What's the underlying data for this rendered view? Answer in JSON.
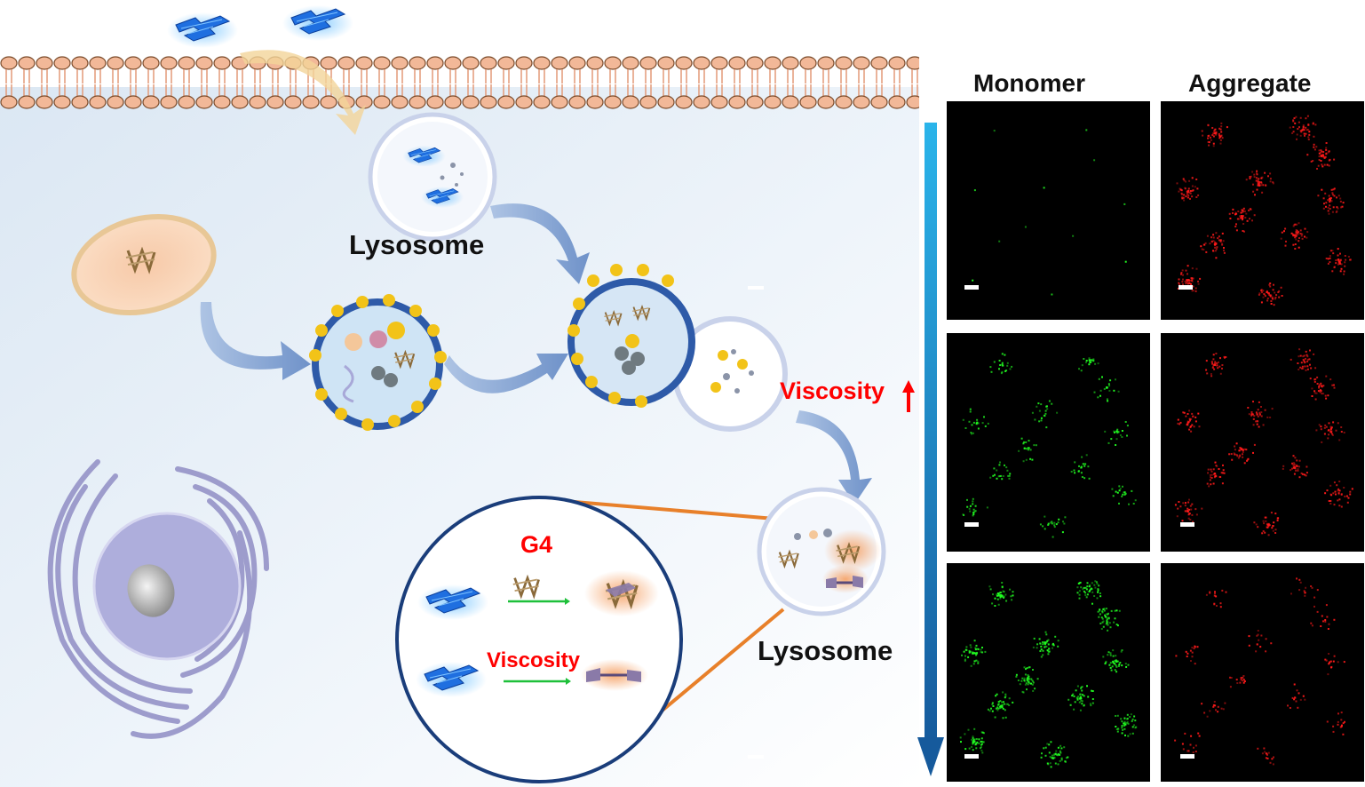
{
  "labels": {
    "lysosome_top": "Lysosome",
    "lysosome_bottom": "Lysosome",
    "viscosity_main": "Viscosity",
    "viscosity_inset": "Viscosity",
    "g4": "G4"
  },
  "columns": [
    "Monomer",
    "Aggregate"
  ],
  "colors": {
    "monomer": "#22ff22",
    "aggregate": "#ff1a1a",
    "membrane_head": "#f2b898",
    "membrane_edge": "#7a4a2a",
    "arrow_blue": "#1b6fb8",
    "orange_line": "#e8802a",
    "label_red": "#ff0000",
    "vesicle_dot": "#f2c318",
    "vesicle_ring": "#2e5aa8"
  },
  "panels": [
    {
      "channel": "monomer",
      "level": 0.03
    },
    {
      "channel": "aggregate",
      "level": 1.0
    },
    {
      "channel": "monomer",
      "level": 0.45
    },
    {
      "channel": "aggregate",
      "level": 0.75
    },
    {
      "channel": "monomer",
      "level": 1.0
    },
    {
      "channel": "aggregate",
      "level": 0.3
    }
  ]
}
